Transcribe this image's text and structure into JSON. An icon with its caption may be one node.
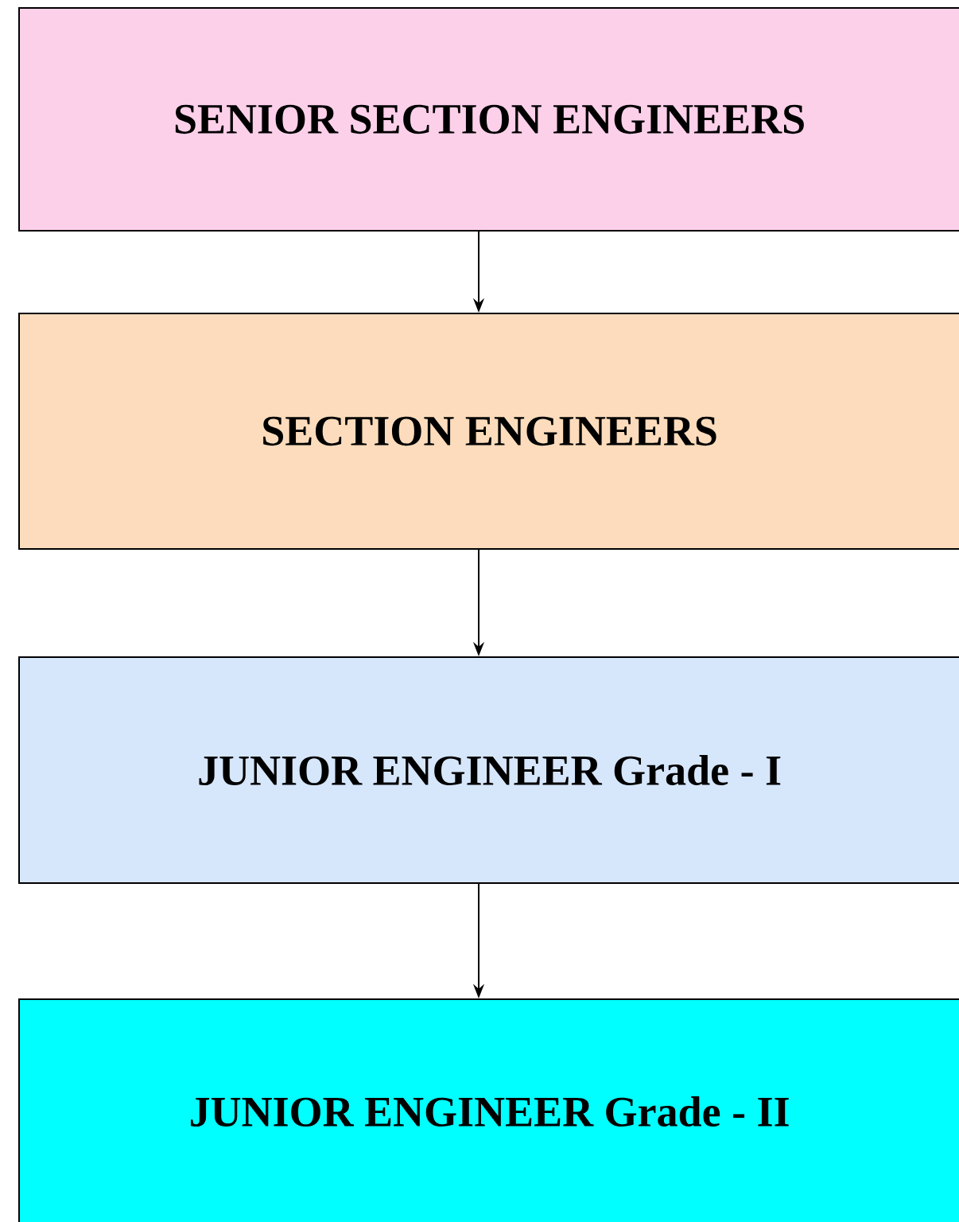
{
  "diagram": {
    "nodes": [
      {
        "text": [
          "SENIOR SECTION ENGINEERS"
        ]
      },
      {
        "text": [
          "SECTION ENGINEERS"
        ]
      },
      {
        "text": [
          "JUNIOR ENGINEER Grade - I"
        ]
      },
      {
        "text": [
          "JUNIOR ENGINEER Grade - II"
        ]
      }
    ],
    "edges": [
      {
        "from": 0,
        "to": 1,
        "arrow": "to"
      },
      {
        "from": 1,
        "to": 2,
        "arrow": "to"
      },
      {
        "from": 2,
        "to": 3,
        "arrow": "to"
      }
    ]
  }
}
